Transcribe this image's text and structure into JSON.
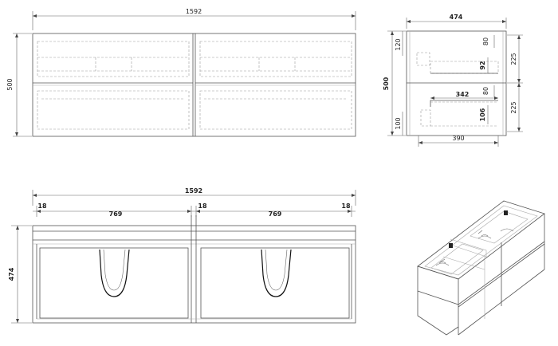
{
  "front_view": {
    "width_label": "1592",
    "height_label": "500"
  },
  "side_view": {
    "depth_label": "474",
    "height_label": "500",
    "inner_depth_label": "390",
    "drawer_depth_label": "342",
    "top_gap_label": "120",
    "bottom_gap_label": "100",
    "top_clear_label": "80",
    "top_inner_label": "92",
    "bottom_clear_label": "80",
    "bottom_inner_label": "106",
    "upper_drawer_label": "225",
    "lower_drawer_label": "225"
  },
  "top_view": {
    "width_label": "1592",
    "left_panel_label": "18",
    "left_basin_label": "769",
    "mid_panel_label": "18",
    "right_basin_label": "769",
    "right_panel_label": "18",
    "depth_label": "474"
  }
}
